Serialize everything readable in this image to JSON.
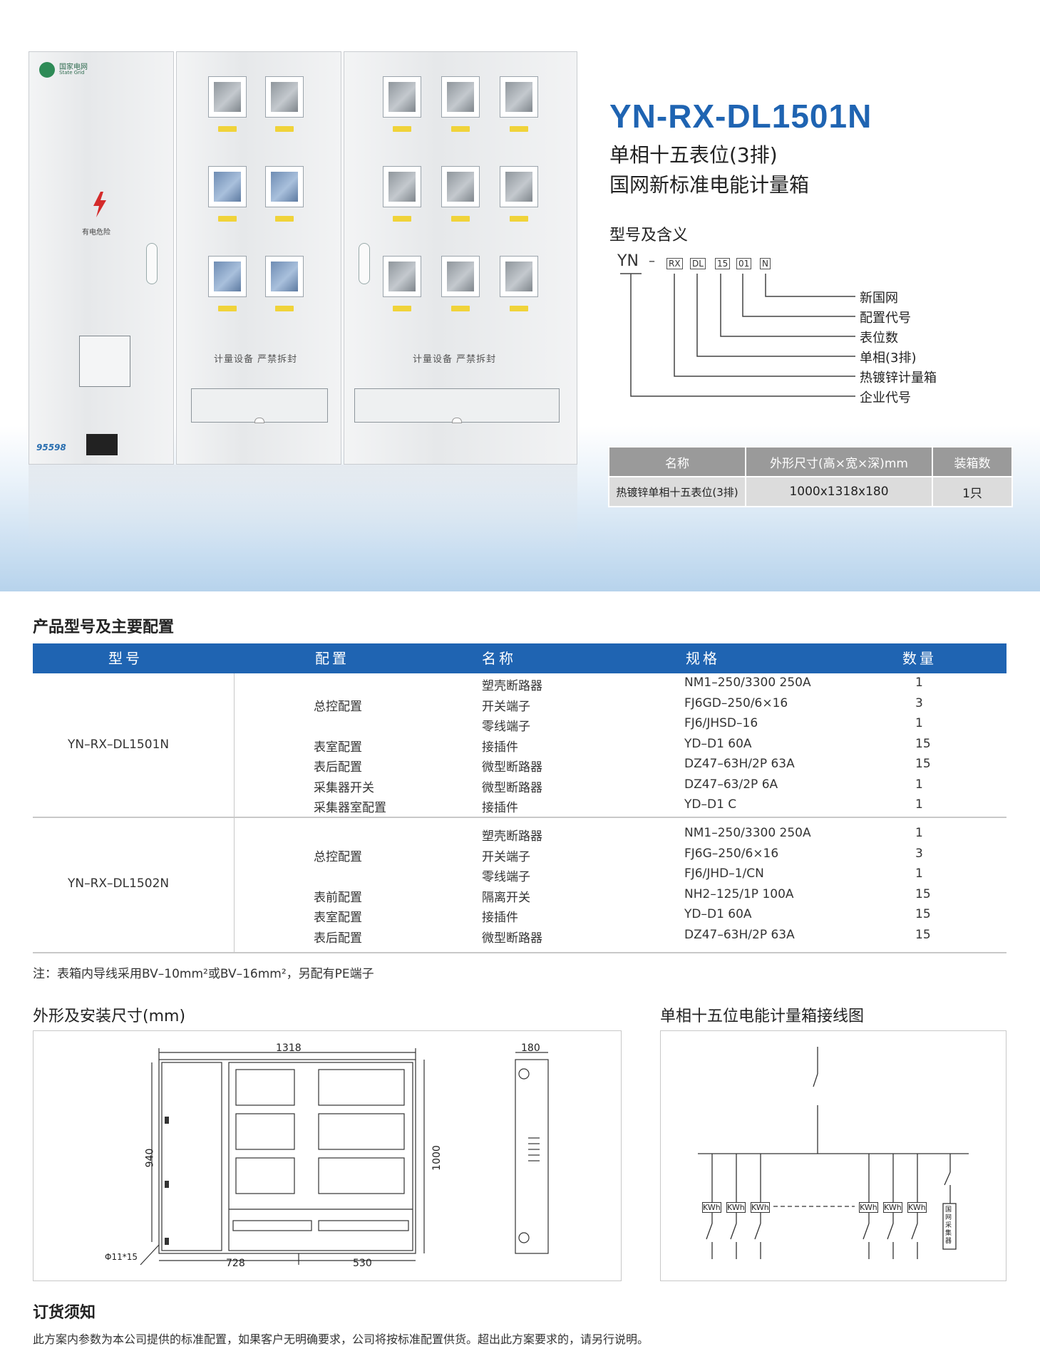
{
  "hero": {
    "brand_small": "国家电网",
    "brand_small_en": "State Grid",
    "danger_label": "有电危险",
    "hotline": "95598",
    "seal_text_1": "计量设备 严禁拆封",
    "seal_text_2": "计量设备 严禁拆封",
    "model": "YN-RX-DL1501N",
    "subtitle_1": "单相十五表位(3排)",
    "subtitle_2": "国网新标准电能计量箱",
    "model_meaning_title": "型号及含义",
    "code_prefix": "YN",
    "code_dash": "–",
    "code_parts": [
      "RX",
      "DL",
      "15",
      "01",
      "N"
    ],
    "meanings": [
      "新国网",
      "配置代号",
      "表位数",
      "单相(3排)",
      "热镀锌计量箱",
      "企业代号"
    ]
  },
  "spec_table": {
    "headers": [
      "名称",
      "外形尺寸(高×宽×深)mm",
      "装箱数"
    ],
    "row": [
      "热镀锌单相十五表位(3排)",
      "1000x1318x180",
      "1只"
    ]
  },
  "config": {
    "title": "产品型号及主要配置",
    "headers": [
      "型号",
      "配置",
      "名称",
      "规格",
      "数量"
    ],
    "groups": [
      {
        "model": "YN–RX–DL1501N",
        "rows": [
          [
            "",
            "塑壳断路器",
            "NM1–250/3300 250A",
            "1"
          ],
          [
            "总控配置",
            "开关端子",
            "FJ6GD–250/6×16",
            "3"
          ],
          [
            "",
            "零线端子",
            "FJ6/JHSD–16",
            "1"
          ],
          [
            "表室配置",
            "接插件",
            "YD–D1 60A",
            "15"
          ],
          [
            "表后配置",
            "微型断路器",
            "DZ47–63H/2P 63A",
            "15"
          ],
          [
            "采集器开关",
            "微型断路器",
            "DZ47–63/2P 6A",
            "1"
          ],
          [
            "采集器室配置",
            "接插件",
            "YD–D1 C",
            "1"
          ]
        ]
      },
      {
        "model": "YN–RX–DL1502N",
        "rows": [
          [
            "",
            "塑壳断路器",
            "NM1–250/3300 250A",
            "1"
          ],
          [
            "总控配置",
            "开关端子",
            "FJ6G–250/6×16",
            "3"
          ],
          [
            "",
            "零线端子",
            "FJ6/JHD–1/CN",
            "1"
          ],
          [
            "表前配置",
            "隔离开关",
            "NH2–125/1P 100A",
            "15"
          ],
          [
            "表室配置",
            "接插件",
            "YD–D1 60A",
            "15"
          ],
          [
            "表后配置",
            "微型断路器",
            "DZ47–63H/2P 63A",
            "15"
          ]
        ]
      }
    ],
    "note": "注：表箱内导线采用BV–10mm²或BV–16mm²，另配有PE端子"
  },
  "dimensions": {
    "title": "外形及安装尺寸(mm)",
    "width": "1318",
    "depth": "180",
    "height_left": "940",
    "height_right": "1000",
    "bottom_left": "728",
    "bottom_right": "530",
    "hole": "Φ11*15"
  },
  "wiring": {
    "title": "单相十五位电能计量箱接线图",
    "meter_label": "KWh",
    "collector_label": "国网采集器"
  },
  "order": {
    "title": "订货须知",
    "text": "此方案内参数为本公司提供的标准配置，如果客户无明确要求，公司将按标准配置供货。超出此方案要求的，请另行说明。"
  },
  "colors": {
    "brand_blue": "#1f64b2",
    "header_gray": "#9a9a9a",
    "cell_gray": "#dcdcdc"
  }
}
